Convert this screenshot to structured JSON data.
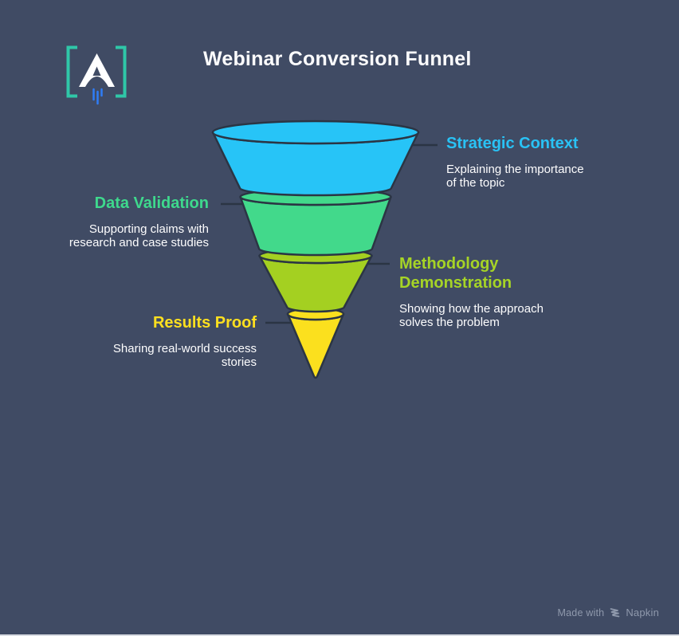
{
  "canvas": {
    "background": "#404B64",
    "outline": "#2B3544",
    "bottom_edge_line": "#E9EBEF"
  },
  "header": {
    "title": "Webinar Conversion Funnel",
    "title_color": "#FCFCFD"
  },
  "logo": {
    "bracket_color": "#2FC7A8",
    "letter_color": "#FFFFFF",
    "exhaust_color": "#2F7DF6",
    "icons": [
      "left-bracket",
      "rocket-a-letter",
      "exhaust-lines",
      "right-bracket"
    ]
  },
  "funnel": {
    "description_color": "#FDFDFE",
    "stages": [
      {
        "label": "Strategic Context",
        "label_lines": [
          "Strategic Context"
        ],
        "desc_lines": [
          "Explaining the importance",
          "of the topic"
        ],
        "color": "#27C4F7",
        "label_color": "#29C2F5",
        "side": "right"
      },
      {
        "label": "Data Validation",
        "label_lines": [
          "Data Validation"
        ],
        "desc_lines": [
          "Supporting claims with",
          "research and case studies"
        ],
        "color": "#42D98B",
        "label_color": "#3ED98D",
        "side": "left"
      },
      {
        "label": "Methodology Demonstration",
        "label_lines": [
          "Methodology",
          "Demonstration"
        ],
        "desc_lines": [
          "Showing how the approach",
          "solves the problem"
        ],
        "color": "#A4D021",
        "label_color": "#A6D426",
        "side": "right"
      },
      {
        "label": "Results Proof",
        "label_lines": [
          "Results Proof"
        ],
        "desc_lines": [
          "Sharing real-world success",
          "stories"
        ],
        "color": "#FBE01E",
        "label_color": "#FFE01F",
        "side": "left"
      }
    ]
  },
  "watermark": {
    "prefix": "Made with",
    "brand": "Napkin",
    "color": "#8F99AC",
    "icon": "napkin-chevrons-icon"
  }
}
